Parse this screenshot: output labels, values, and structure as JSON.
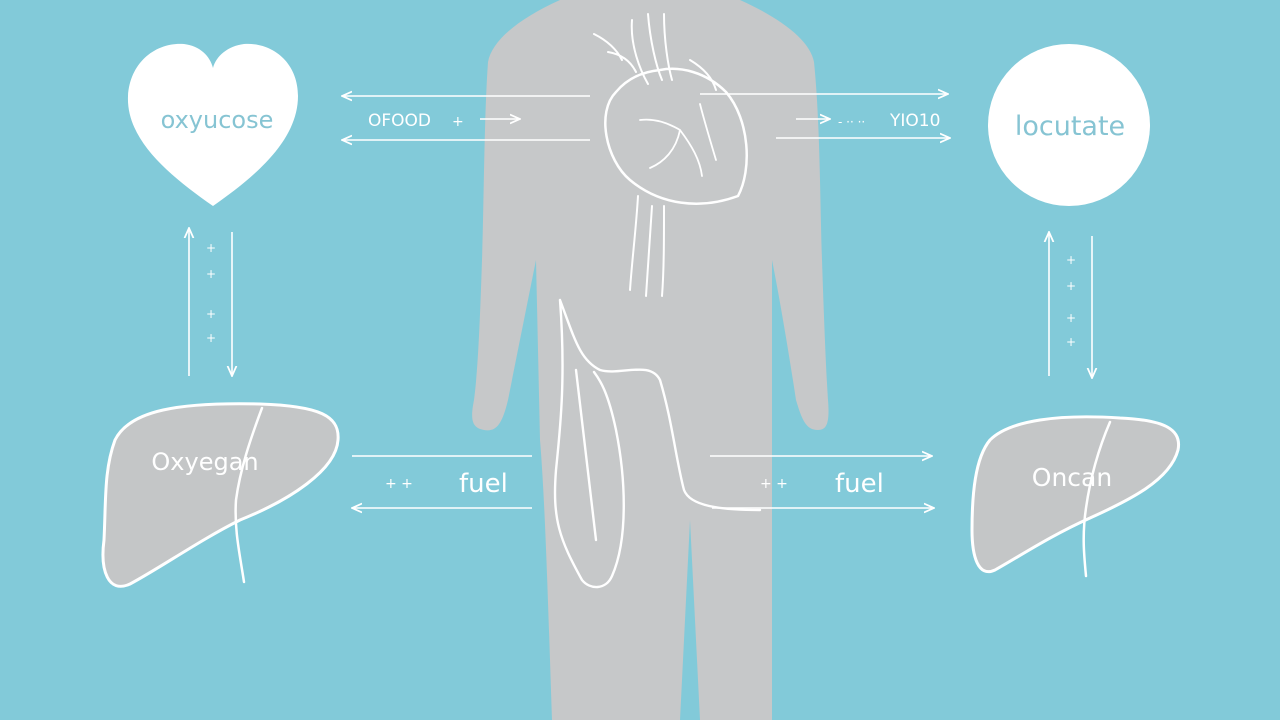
{
  "nodes": {
    "heart_label": "oxyucose",
    "circle_label": "locutate",
    "left_liver_label": "Oxyegan",
    "right_liver_label": "Oncan"
  },
  "top_arrows": {
    "left_text": "OFOOD",
    "left_marks": "+",
    "right_text": "YIO10",
    "right_marks": "- ·· ··"
  },
  "bottom_arrows": {
    "left_label": "fuel",
    "left_marks": "+ +",
    "right_label": "fuel",
    "right_marks": "+ +"
  },
  "vertical_marks": {
    "left": [
      "+",
      "+",
      "+",
      "+"
    ],
    "right": [
      "+",
      "+",
      "+",
      "+"
    ]
  },
  "colors": {
    "background": "#82cad9",
    "body": "#c6c8c9",
    "organ_fill": "#c4c6c7",
    "label_text": "#86c4d3",
    "lines": "#ffffff"
  }
}
